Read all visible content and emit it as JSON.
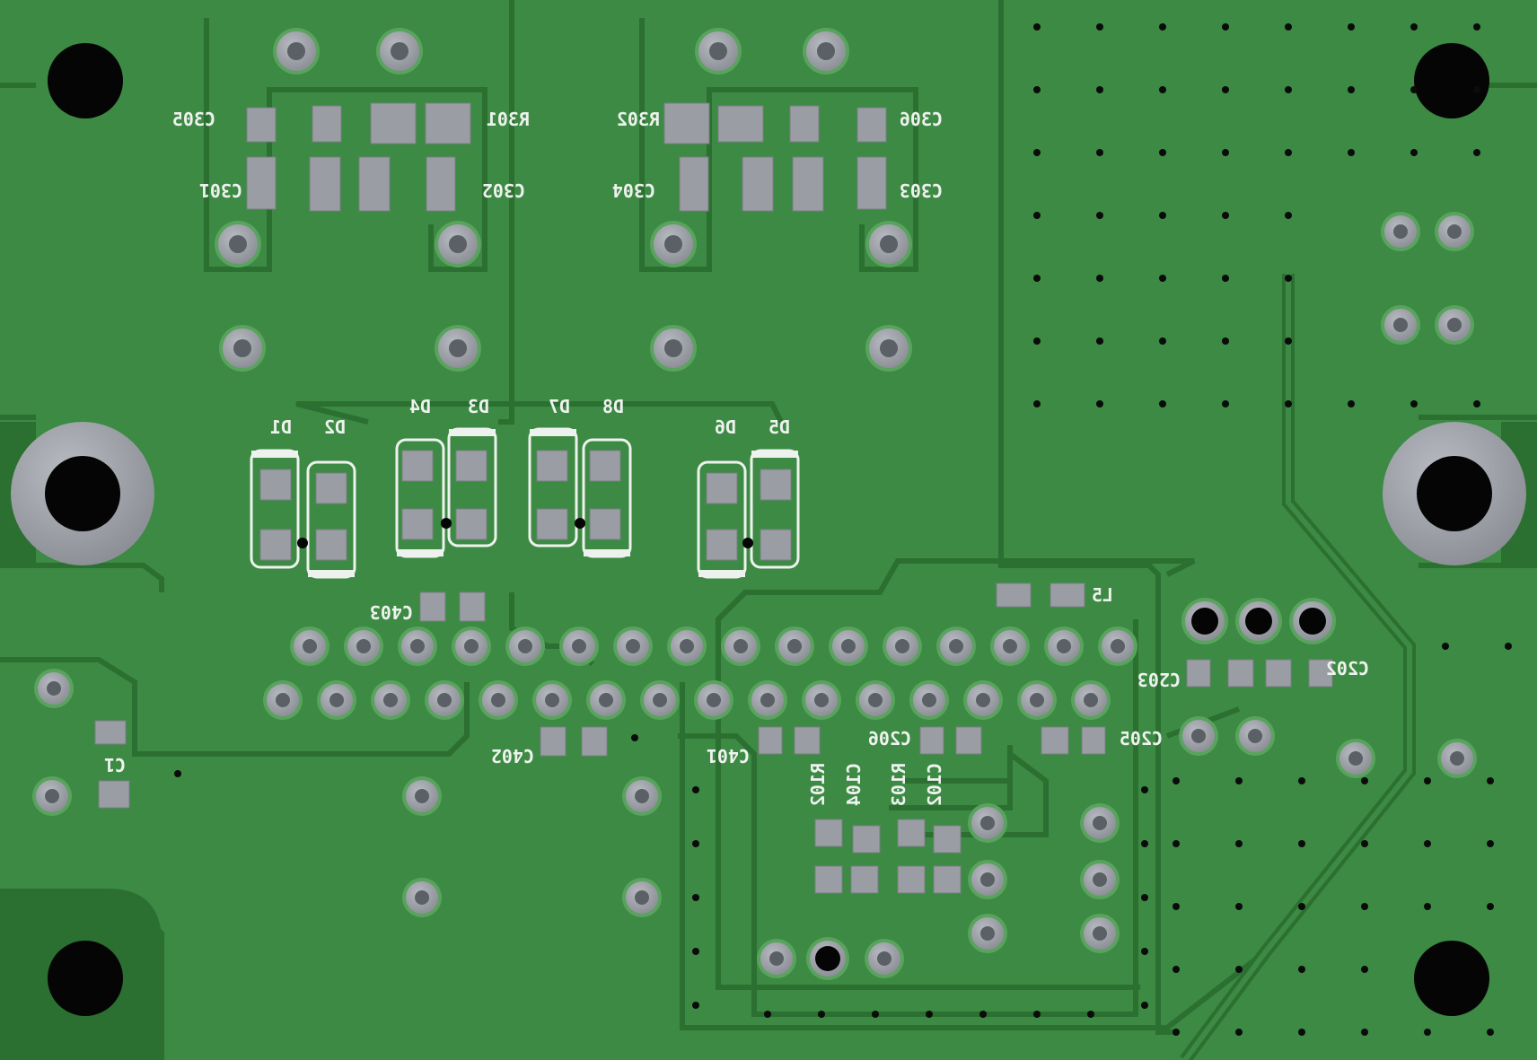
{
  "board": {
    "colors": {
      "soldermask": "#3c8a43",
      "soldermask_dark": "#2b6f31",
      "copper_edge": "#5aa35f",
      "pad": "#9a9ea4",
      "pad_edge": "#7a7e84",
      "drill": "#050505",
      "silkscreen": "#eef2ee"
    },
    "labels": {
      "c305": "C305",
      "r301": "R301",
      "r302": "R302",
      "c306": "C306",
      "c301": "C301",
      "c302": "C302",
      "c304": "C304",
      "c303": "C303",
      "d1": "D1",
      "d2": "D2",
      "d3": "D3",
      "d4": "D4",
      "d7": "D7",
      "d8": "D8",
      "d6": "D6",
      "d5": "D5",
      "c403": "C403",
      "l5": "L5",
      "c203": "C203",
      "c202": "C202",
      "c1": "C1",
      "c402": "C402",
      "c401": "C401",
      "c206": "C206",
      "c205": "C205",
      "r102": "R102",
      "c104": "C104",
      "r103": "R103",
      "c102": "C102"
    }
  }
}
